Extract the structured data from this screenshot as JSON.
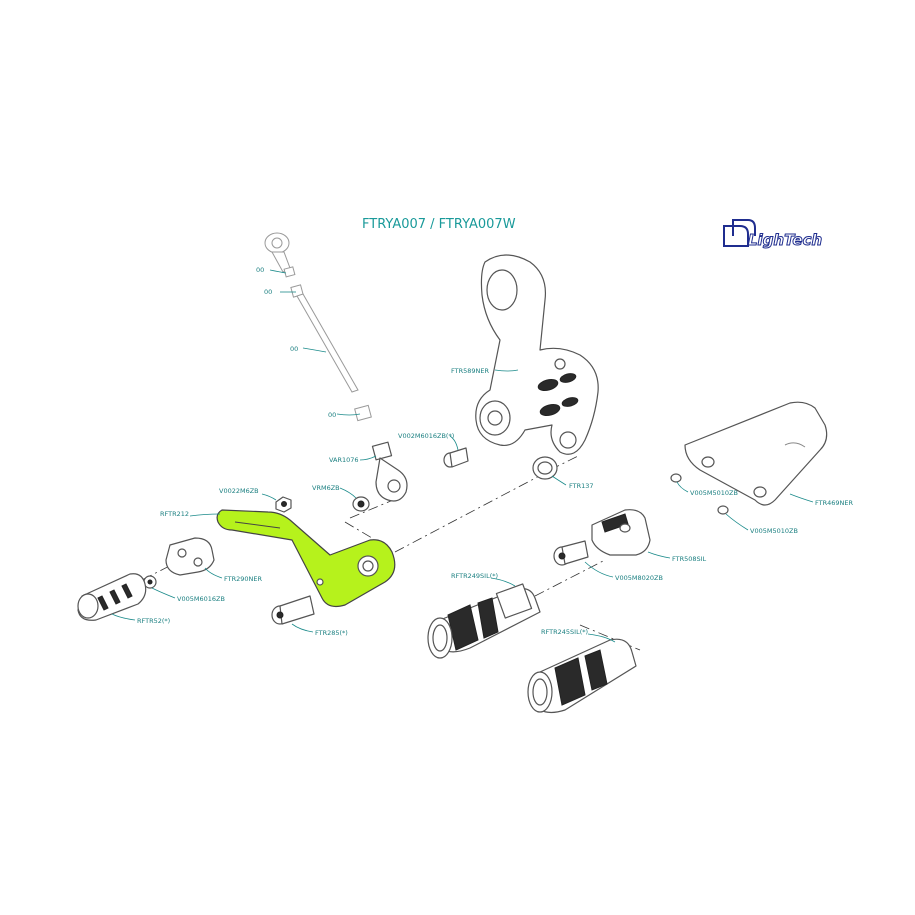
{
  "title": "FTRYA007 / FTRYA007W",
  "logo": {
    "text": "LighTech",
    "color": "#1f2d8f"
  },
  "highlight_color": "#b6f21c",
  "labels": {
    "rod_1": "00",
    "rod_2": "00",
    "rod_3": "00",
    "rod_4": "00",
    "bracket": "FTR589NER",
    "screw_top": "V002M6016ZB(*)",
    "var": "VAR1076",
    "vrm": "VRM6ZB",
    "nut": "V0022M6ZB",
    "lever": "RFTR212",
    "ftr137": "FTR137",
    "heel": "FTR469NER",
    "screw_heel_1": "V005M5010ZB",
    "screw_heel_2": "V005M5010ZB",
    "ftr508": "FTR508SIL",
    "screw_8020": "V005M8020ZB",
    "peg_249": "RFTR249SIL(*)",
    "peg_245": "RFTR245SIL(*)",
    "ftr290": "FTR290NER",
    "screw_6016": "V005M6016ZB",
    "ftr285": "FTR285(*)",
    "rftr52": "RFTR52(*)"
  }
}
